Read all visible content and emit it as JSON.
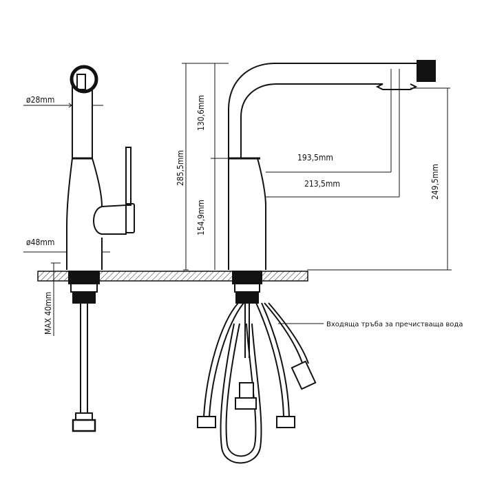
{
  "diagram": {
    "dimensions": {
      "d_handle": "ø28mm",
      "d_base": "ø48mm",
      "max_thickness": "MAX 40mm",
      "total_height": "285,5mm",
      "upper_height": "130,6mm",
      "lower_height": "154,9mm",
      "reach_short": "193,5mm",
      "reach_long": "213,5mm",
      "outlet_height": "249,5mm"
    },
    "notes": {
      "inlet_hose": "Входяща тръба за пречистваща вода"
    }
  }
}
